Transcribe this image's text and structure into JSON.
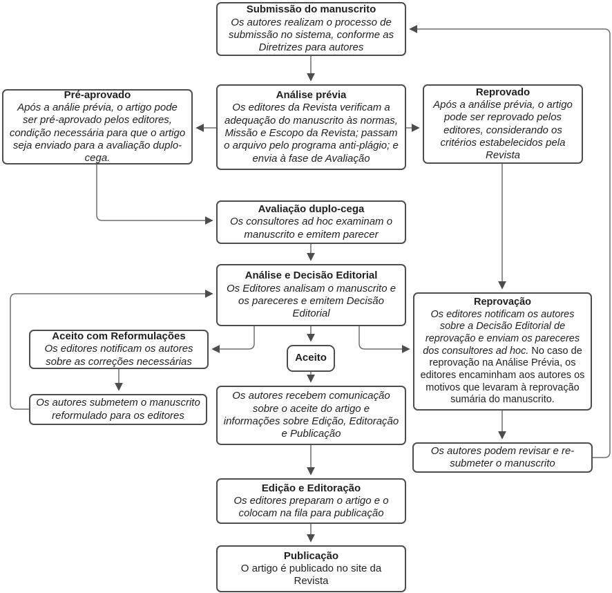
{
  "diagram": {
    "colors": {
      "box_border": "#4d4d4d",
      "connector": "#6e6e6e",
      "arrowhead": "#4d4d4d",
      "text": "#1f1f1f",
      "background": "#ffffff"
    },
    "nodes": {
      "submissao": {
        "title": "Submissão do manuscrito",
        "body": "Os autores realizam o processo de submissão no sistema, conforme as Diretrizes para autores"
      },
      "analise_previa": {
        "title": "Análise prévia",
        "body": "Os editores da Revista verificam a adequação do manuscrito às normas, Missão e Escopo da Revista; passam o arquivo pelo programa anti-plágio; e envia à fase de Avaliação"
      },
      "pre_aprovado": {
        "title": "Pré-aprovado",
        "body": "Após a análie prévia, o artigo pode ser pré-aprovado pelos editores, condição necessária para que o artigo seja enviado para a avaliação duplo-cega."
      },
      "reprovado": {
        "title": "Reprovado",
        "body": "Após a análise prévia, o artigo pode ser reprovado pelos editores, considerando os critérios estabelecidos pela Revista"
      },
      "avaliacao_duplo_cega": {
        "title": "Avaliação duplo-cega",
        "body": "Os consultores ad hoc examinam o manuscrito e emitem parecer"
      },
      "analise_decisao": {
        "title": "Análise e Decisão Editorial",
        "body": "Os Editores analisam o manuscrito e os pareceres e emitem Decisão Editorial"
      },
      "aceito_reformulacoes": {
        "title": "Aceito com Reformulações",
        "body": "Os editores notificam os autores sobre as correções necessárias"
      },
      "resubmissao_reformulado": {
        "body": "Os autores submetem o manuscrito reformulado para os editores"
      },
      "aceito": {
        "title": "Aceito"
      },
      "reprovacao": {
        "title": "Reprovação",
        "body_italic": "Os editores notificam os autores sobre a Decisão Editorial de reprovação e enviam os pareceres dos consultores ad hoc.",
        "body_regular": " No caso de reprovação na Análise Prévia, os editores encaminham aos autores os motivos que levaram à reprovação sumária do manuscrito."
      },
      "comunicacao_aceite": {
        "body": "Os autores recebem comunicação sobre o aceite do artigo e informações sobre Edição, Editoração e Publicação"
      },
      "revisar_resubmeter": {
        "body": "Os autores podem revisar e re-submeter o manuscrito"
      },
      "edicao_editoracao": {
        "title": "Edição e Editoração",
        "body": "Os editores preparam o artigo e o colocam na fila para publicação"
      },
      "publicacao": {
        "title": "Publicação",
        "body": "O artigo é publicado no site da Revista"
      }
    }
  }
}
